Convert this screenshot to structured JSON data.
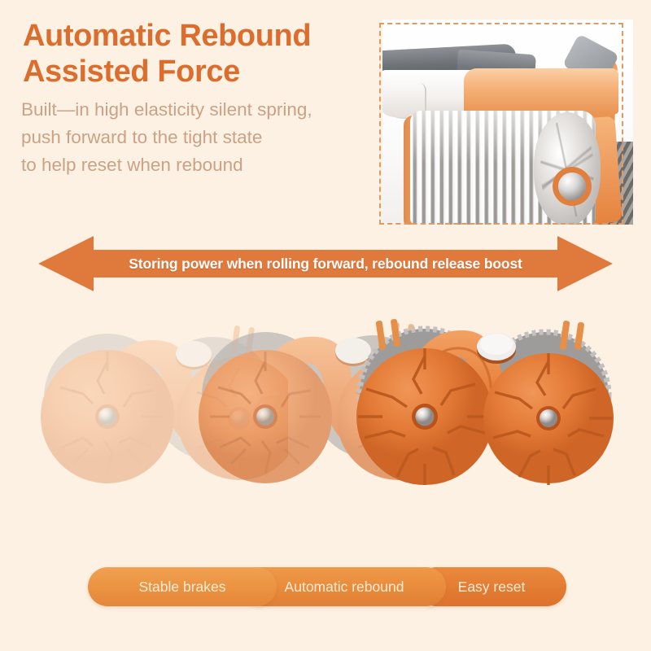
{
  "page": {
    "background_color": "#fdf1e3",
    "accent_color": "#e07a3a",
    "heading_color": "#db6e2e",
    "body_text_color": "#cba286"
  },
  "header": {
    "headline": "Automatic Rebound\nAssisted Force",
    "subcopy": "Built—in high elasticity silent spring,\npush forward to the tight state\nto help reset when rebound"
  },
  "photo_inset": {
    "caption": "",
    "border_style": "dashed",
    "border_color": "#e09a63",
    "subject": "close-up of internal silent coil spring in orange housing"
  },
  "arrow_banner": {
    "text": "Storing power when rolling forward, rebound release boost",
    "color": "#e07a3a",
    "text_color": "#ffffff",
    "direction": "double-headed"
  },
  "product_sequence": {
    "alt": "ab roller wheel rebound motion trail",
    "frames": [
      {
        "label": "ghost-far",
        "opacity": 0.34
      },
      {
        "label": "ghost-near",
        "opacity": 0.66
      },
      {
        "label": "solid",
        "opacity": 1.0
      }
    ]
  },
  "feature_pills": [
    {
      "label": "Stable brakes"
    },
    {
      "label": "Automatic rebound"
    },
    {
      "label": "Easy reset"
    }
  ]
}
